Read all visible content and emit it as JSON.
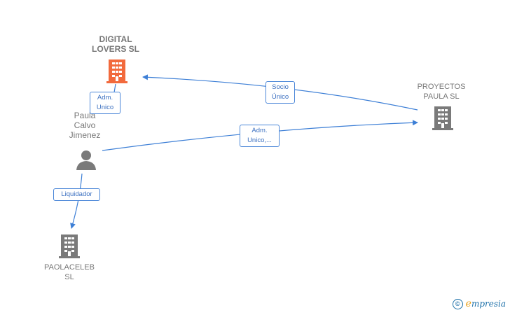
{
  "nodes": {
    "digital_lovers": {
      "label": "DIGITAL\nLOVERS  SL",
      "type": "company",
      "color": "#f26a3d"
    },
    "proyectos_paula": {
      "label": "PROYECTOS\nPAULA  SL",
      "type": "company",
      "color": "#7a7a7a"
    },
    "paolaceleb": {
      "label": "PAOLACELEB\nSL",
      "type": "company",
      "color": "#7a7a7a"
    },
    "paula_calvo": {
      "label": "Paula\nCalvo\nJimenez",
      "type": "person",
      "color": "#7a7a7a"
    }
  },
  "edges": {
    "socio_unico": {
      "label": "Socio\nÚnico",
      "from": "PROYECTOS PAULA SL",
      "to": "DIGITAL LOVERS SL"
    },
    "adm_unico_1": {
      "label": "Adm.\nUnico",
      "from": "Paula Calvo Jimenez",
      "to": "DIGITAL LOVERS SL"
    },
    "adm_unico_2": {
      "label": "Adm.\nUnico,...",
      "from": "Paula Calvo Jimenez",
      "to": "PROYECTOS PAULA SL"
    },
    "liquidador": {
      "label": "Liquidador",
      "from": "Paula Calvo Jimenez",
      "to": "PAOLACELEB SL"
    }
  },
  "colors": {
    "edge": "#3d7fd6",
    "highlight_company": "#f26a3d",
    "company": "#7a7a7a"
  },
  "brand": {
    "copyright": "©",
    "e": "e",
    "name": "mpresia"
  }
}
